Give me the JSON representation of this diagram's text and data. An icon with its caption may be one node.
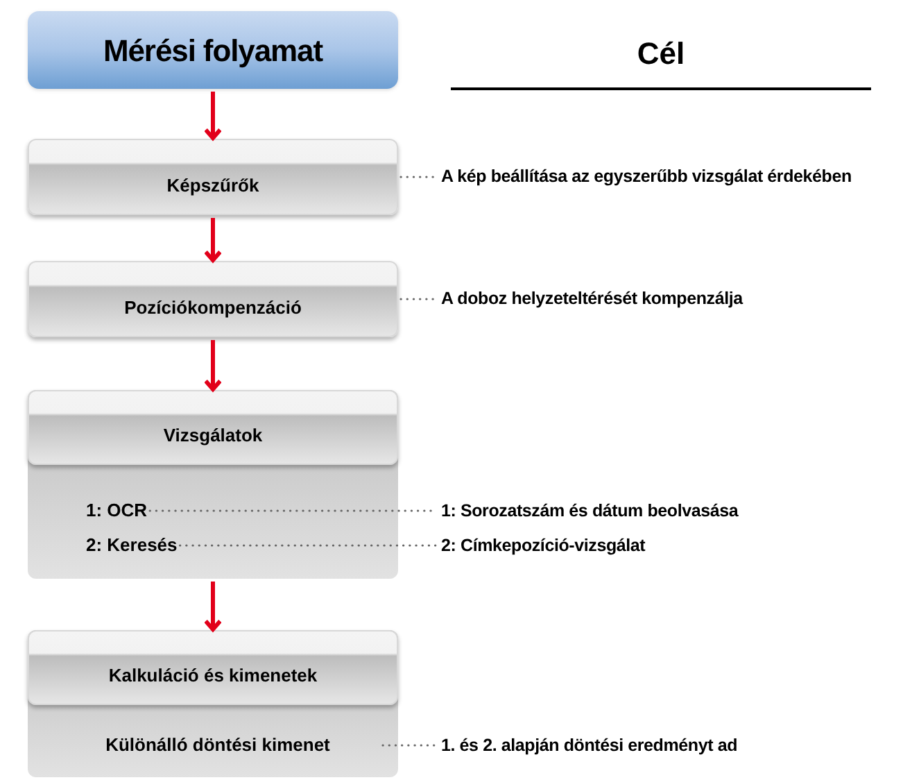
{
  "diagram": {
    "nodes": [
      {
        "text": [
          "Mérési folyamat"
        ]
      },
      {
        "text": [
          "Képszűrők"
        ]
      },
      {
        "text": [
          "Pozíciókompenzáció"
        ]
      },
      {
        "text": [],
        "shape": "box"
      },
      {
        "text": [
          "Vizsgálatok"
        ],
        "in": 3
      },
      {
        "text": [
          "1: OCR"
        ],
        "in": 3
      },
      {
        "text": [
          "2: Keresés"
        ],
        "in": 3
      },
      {
        "text": [],
        "shape": "box"
      },
      {
        "text": [
          "Kalkuláció és kimenetek"
        ],
        "in": 7
      },
      {
        "text": [
          "Különálló döntési kimenet"
        ],
        "in": 7
      },
      {
        "text": [
          "A kép beállítása az egyszerűbb vizsgálat érdekében"
        ]
      },
      {
        "text": [
          "A doboz helyzeteltérését kompenzálja"
        ]
      },
      {
        "text": [
          "1: Sorozatszám és dátum beolvasása"
        ]
      },
      {
        "text": [
          "2: Címkepozíció-vizsgálat"
        ]
      },
      {
        "text": [
          "1. és 2. alapján döntési eredményt ad"
        ]
      }
    ],
    "edges": [
      {
        "from": 0,
        "to": 1,
        "arrow": "to",
        "color": "#e2001a"
      },
      {
        "from": 1,
        "to": 2,
        "arrow": "to",
        "color": "#e2001a"
      },
      {
        "from": 2,
        "to": 3,
        "arrow": "to",
        "color": "#e2001a"
      },
      {
        "from": 3,
        "to": 7,
        "arrow": "to",
        "color": "#e2001a"
      },
      {
        "from": 1,
        "to": 10,
        "arrow": "none",
        "style": "dashed"
      },
      {
        "from": 2,
        "to": 11,
        "arrow": "none",
        "style": "dashed"
      },
      {
        "from": 5,
        "to": 12,
        "arrow": "none",
        "style": "dashed"
      },
      {
        "from": 6,
        "to": 13,
        "arrow": "none",
        "style": "dashed"
      },
      {
        "from": 9,
        "to": 14,
        "arrow": "none",
        "style": "dashed"
      }
    ],
    "labels": [
      "Cél"
    ]
  }
}
